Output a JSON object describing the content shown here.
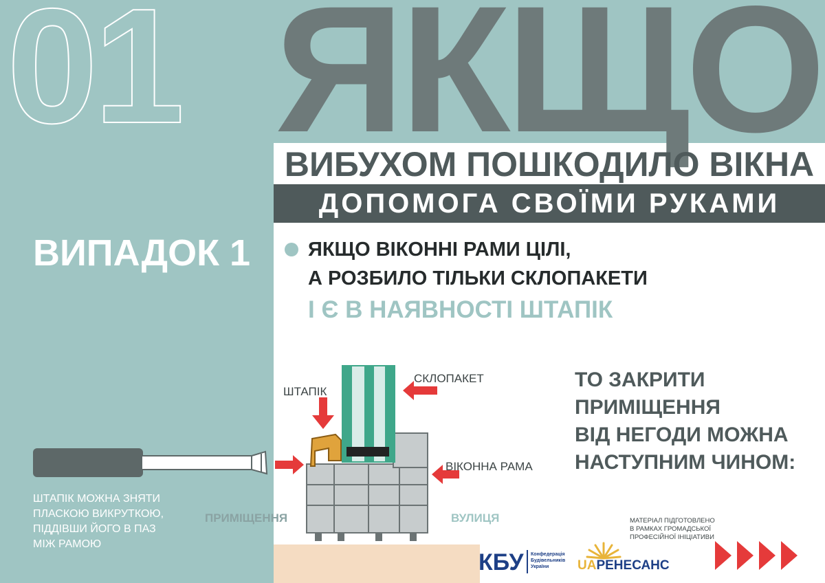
{
  "header": {
    "number": "01",
    "word": "ЯКЩО",
    "subtitle": "ВИБУХОМ ПОШКОДИЛО ВІКНА",
    "help": "ДОПОМОГА СВОЇМИ РУКАМИ"
  },
  "case": {
    "label": "ВИПАДОК 1",
    "condition_lines": [
      "ЯКЩО ВІКОННІ РАМИ ЦІЛІ,",
      "А РОЗБИЛО ТІЛЬКИ СКЛОПАКЕТИ"
    ],
    "condition_highlight": "І Є В НАЯВНОСТІ ШТАПІК"
  },
  "diagram": {
    "label_glazing": "СКЛОПАКЕТ",
    "label_bead": "ШТАПІК",
    "label_frame": "ВІКОННА РАМА",
    "label_room": "ПРИМІЩЕННЯ",
    "label_street": "ВУЛИЦЯ"
  },
  "then": {
    "lines": [
      "ТО ЗАКРИТИ",
      "ПРИМІЩЕННЯ",
      "ВІД НЕГОДИ МОЖНА",
      "НАСТУПНИМ ЧИНОМ:"
    ]
  },
  "note": {
    "lines": [
      "ШТАПІК МОЖНА ЗНЯТИ",
      "ПЛАСКОЮ ВИКРУТКОЮ,",
      "ПІДДІВШИ ЙОГО В ПАЗ",
      "МІЖ РАМОЮ"
    ]
  },
  "footer": {
    "material_lines": [
      "МАТЕРІАЛ ПІДГОТОВЛЕНО",
      "В РАМКАХ ГРОМАДСЬКОЇ",
      "ПРОФЕСІЙНОЇ ІНІЦІАТИВИ"
    ],
    "kbu_logo": "КБУ",
    "kbu_desc": [
      "Конфедерація",
      "Будівельників",
      "України"
    ],
    "ua_prefix": "UA",
    "ua_rest": "РЕНЕСАНС"
  },
  "colors": {
    "teal": "#9fc5c3",
    "dark_gray": "#4f5a5b",
    "arrow_red": "#e53a3a",
    "bead_orange": "#e0a33c",
    "glass_green": "#3fa78a"
  },
  "icons": [
    "screwdriver-icon",
    "arrow-right-icon",
    "arrow-down-icon",
    "arrow-left-icon",
    "sun-logo-icon",
    "chevrons-right-icon"
  ]
}
